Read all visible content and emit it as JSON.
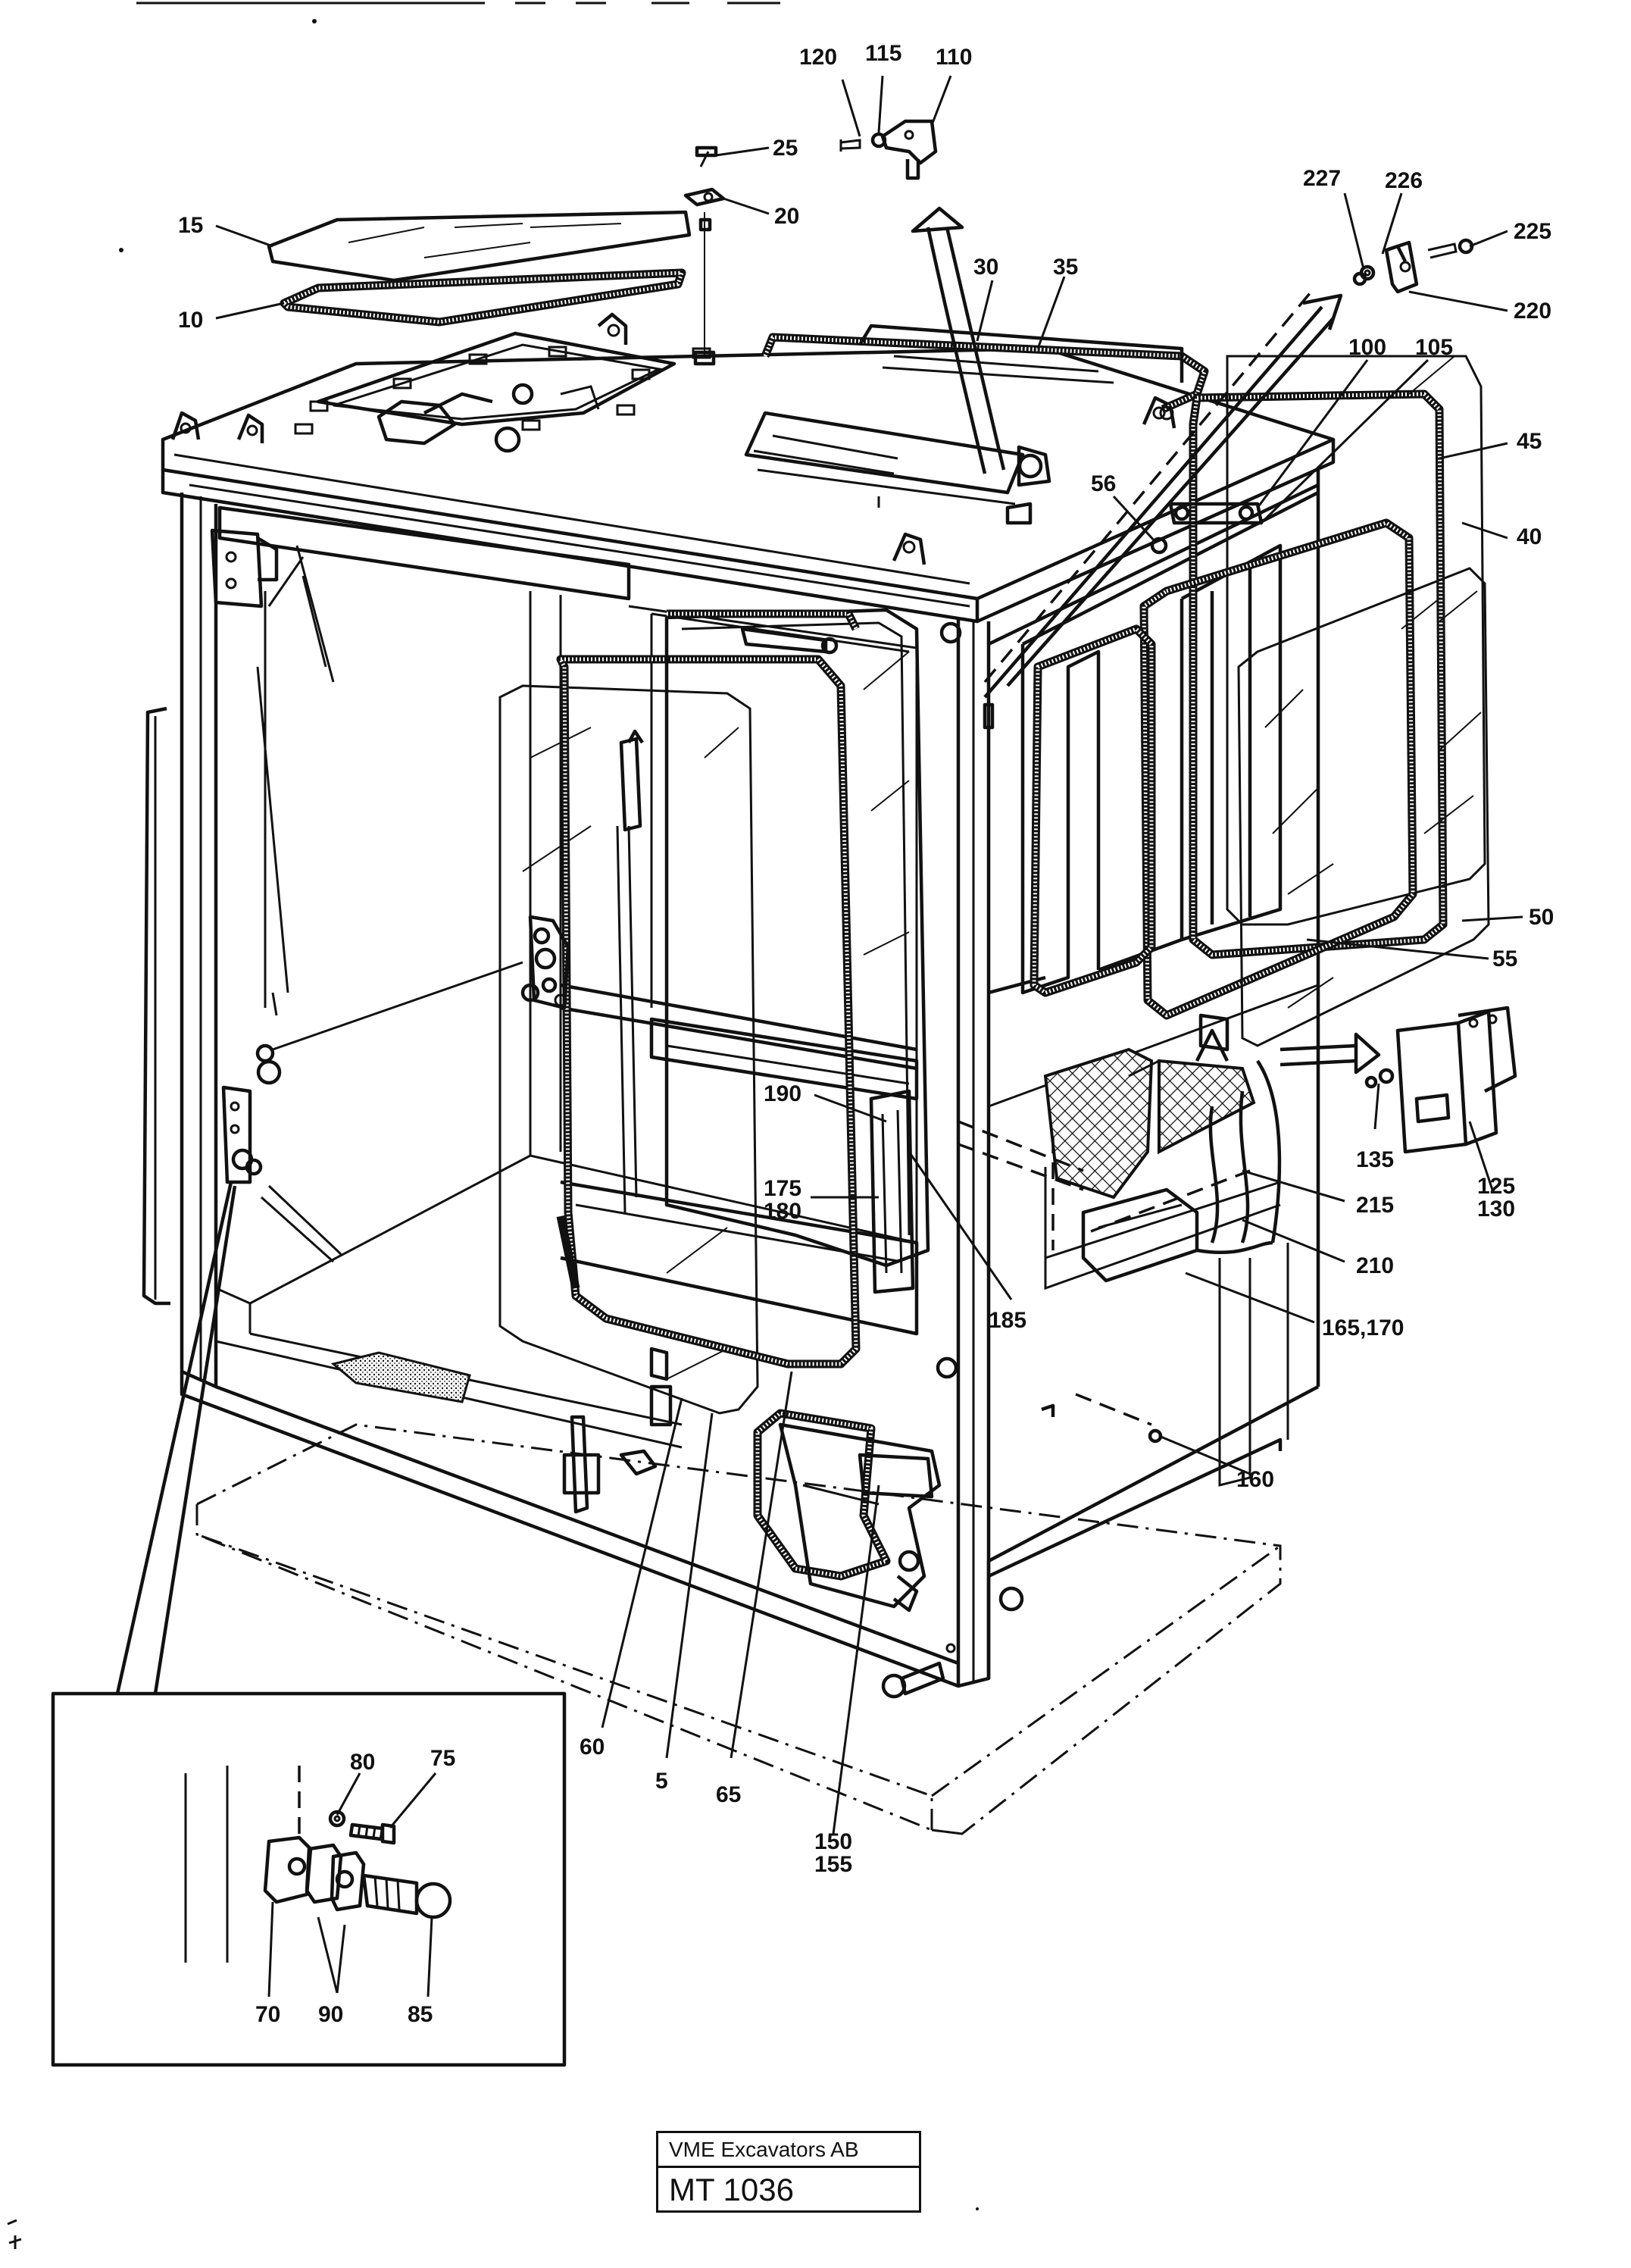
{
  "diagram": {
    "kind": "exploded parts diagram",
    "callouts": [
      {
        "id": "c120",
        "text": "120"
      },
      {
        "id": "c115",
        "text": "115"
      },
      {
        "id": "c110",
        "text": "110"
      },
      {
        "id": "c25",
        "text": "25"
      },
      {
        "id": "c20",
        "text": "20"
      },
      {
        "id": "c15",
        "text": "15"
      },
      {
        "id": "c10",
        "text": "10"
      },
      {
        "id": "c30",
        "text": "30"
      },
      {
        "id": "c35",
        "text": "35"
      },
      {
        "id": "c227",
        "text": "227"
      },
      {
        "id": "c226",
        "text": "226"
      },
      {
        "id": "c225",
        "text": "225"
      },
      {
        "id": "c220",
        "text": "220"
      },
      {
        "id": "c100",
        "text": "100"
      },
      {
        "id": "c105",
        "text": "105"
      },
      {
        "id": "c45",
        "text": "45"
      },
      {
        "id": "c40",
        "text": "40"
      },
      {
        "id": "c56",
        "text": "56"
      },
      {
        "id": "c50",
        "text": "50"
      },
      {
        "id": "c55",
        "text": "55"
      },
      {
        "id": "c190",
        "text": "190"
      },
      {
        "id": "c175",
        "text": "175"
      },
      {
        "id": "c180",
        "text": "180"
      },
      {
        "id": "c185",
        "text": "185"
      },
      {
        "id": "c135",
        "text": "135"
      },
      {
        "id": "c125",
        "text": "125"
      },
      {
        "id": "c130",
        "text": "130"
      },
      {
        "id": "c215",
        "text": "215"
      },
      {
        "id": "c210",
        "text": "210"
      },
      {
        "id": "c165170",
        "text": "165,170"
      },
      {
        "id": "c160",
        "text": "160"
      },
      {
        "id": "c60",
        "text": "60"
      },
      {
        "id": "c5",
        "text": "5"
      },
      {
        "id": "c65",
        "text": "65"
      },
      {
        "id": "c150",
        "text": "150"
      },
      {
        "id": "c155",
        "text": "155"
      },
      {
        "id": "c80",
        "text": "80"
      },
      {
        "id": "c75",
        "text": "75"
      },
      {
        "id": "c70",
        "text": "70"
      },
      {
        "id": "c90",
        "text": "90"
      },
      {
        "id": "c85",
        "text": "85"
      }
    ]
  },
  "title_block": {
    "company": "VME Excavators AB",
    "code": "MT 1036"
  }
}
